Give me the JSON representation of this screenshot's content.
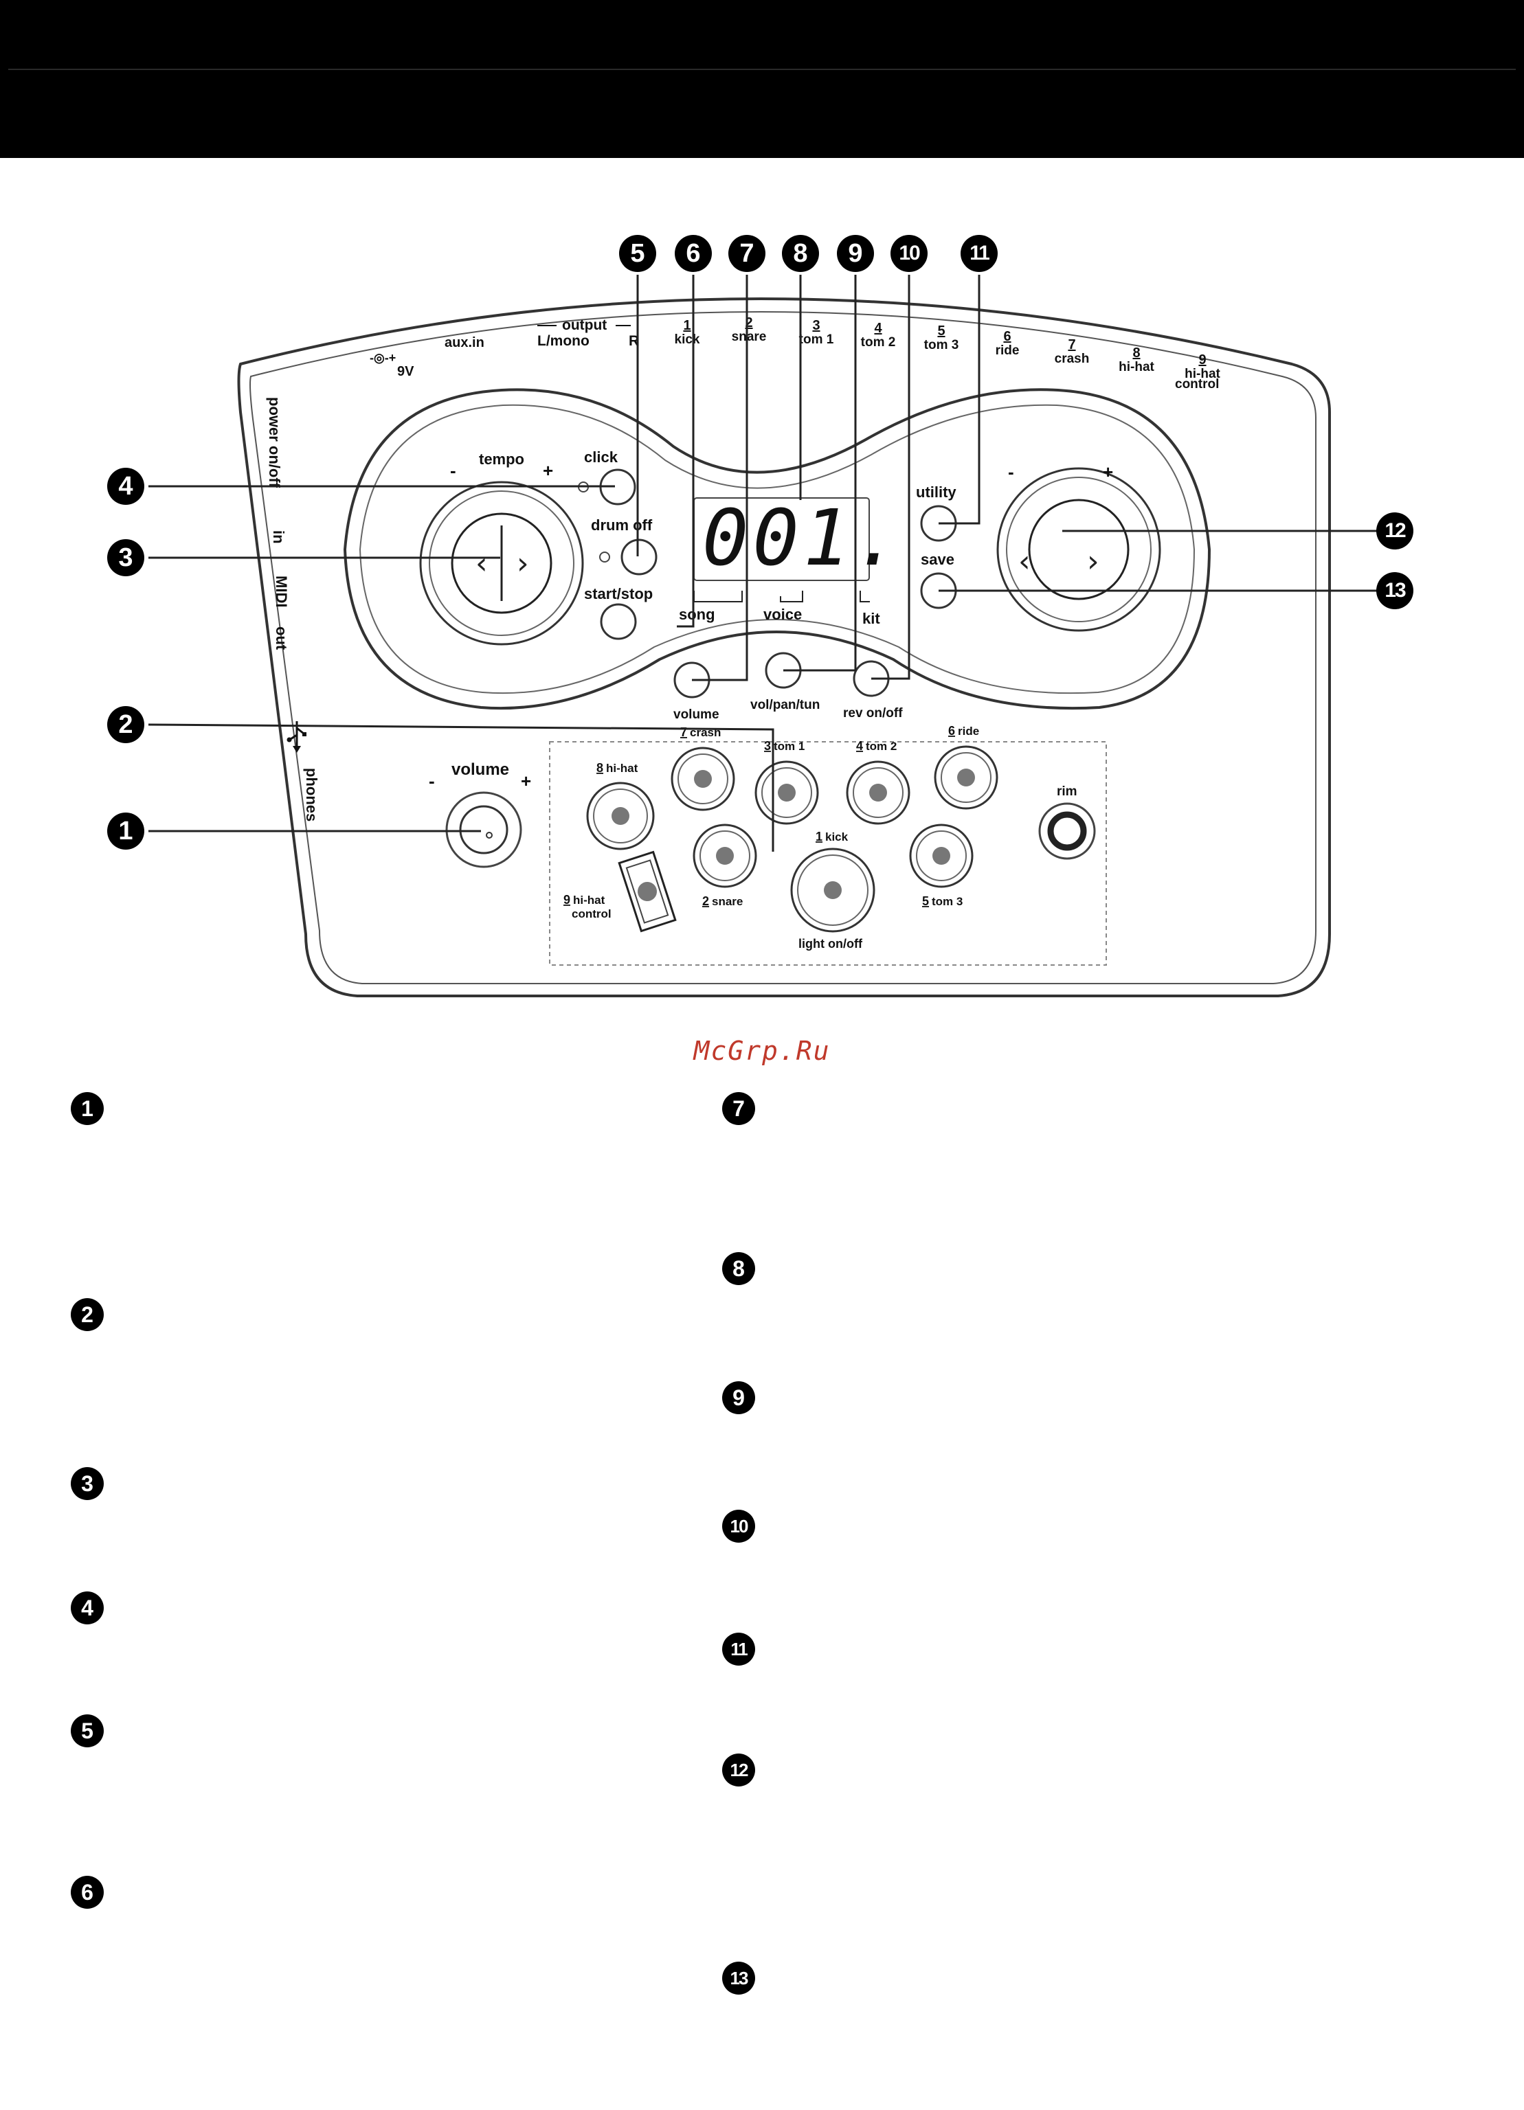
{
  "diagram": {
    "callouts": [
      "1",
      "2",
      "3",
      "4",
      "5",
      "6",
      "7",
      "8",
      "9",
      "10",
      "11",
      "12",
      "13"
    ],
    "rear_panel": {
      "dc_in": "9V",
      "aux_in": "aux.in",
      "output": "output",
      "output_left": "L/mono",
      "output_right": "R",
      "inputs": [
        {
          "num": "1",
          "name": "kick"
        },
        {
          "num": "2",
          "name": "snare"
        },
        {
          "num": "3",
          "name": "tom 1"
        },
        {
          "num": "4",
          "name": "tom 2"
        },
        {
          "num": "5",
          "name": "tom 3"
        },
        {
          "num": "6",
          "name": "ride"
        },
        {
          "num": "7",
          "name": "crash"
        },
        {
          "num": "8",
          "name": "hi-hat"
        },
        {
          "num": "9",
          "name": "hi-hat"
        }
      ],
      "input9_extra": "control"
    },
    "side_labels": {
      "power": "power on/off",
      "midi_in": "in",
      "midi": "MIDI",
      "midi_out": "out",
      "usb_icon": "usb-icon",
      "phones": "phones"
    },
    "controls": {
      "tempo": "tempo",
      "minus": "-",
      "plus": "+",
      "click": "click",
      "drum_off": "drum off",
      "start_stop": "start/stop",
      "display": "001.",
      "song": "song",
      "voice": "voice",
      "kit": "kit",
      "volume_btn": "volume",
      "vol_pan_tun": "vol/pan/tun",
      "rev_on_off": "rev on/off",
      "utility": "utility",
      "save": "save",
      "master_volume": "volume"
    },
    "pads": [
      {
        "num": "8",
        "name": "hi-hat"
      },
      {
        "num": "7",
        "name": "crash"
      },
      {
        "num": "3",
        "name": "tom 1"
      },
      {
        "num": "4",
        "name": "tom 2"
      },
      {
        "num": "6",
        "name": "ride"
      },
      {
        "num": "2",
        "name": "snare"
      },
      {
        "num": "1",
        "name": "kick"
      },
      {
        "num": "5",
        "name": "tom 3"
      },
      {
        "num": "9",
        "name": "hi-hat"
      }
    ],
    "pad9_extra": "control",
    "kick_extra": "light on/off",
    "rim": "rim"
  },
  "watermark": "McGrp.Ru",
  "legend_markers": [
    "1",
    "2",
    "3",
    "4",
    "5",
    "6",
    "7",
    "8",
    "9",
    "10",
    "11",
    "12",
    "13"
  ]
}
